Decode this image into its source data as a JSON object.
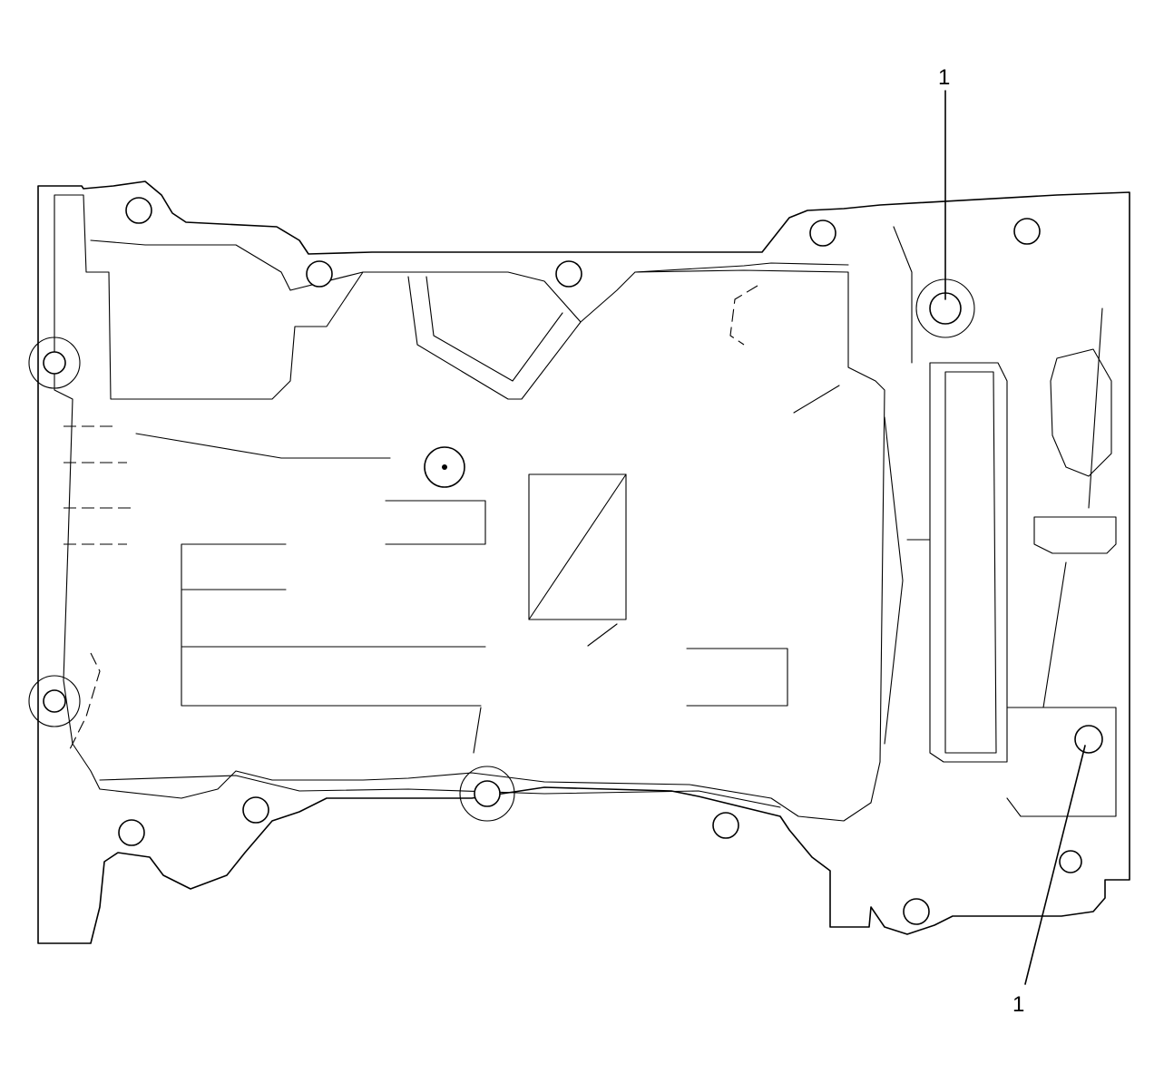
{
  "diagram": {
    "callouts": [
      {
        "id": "callout-1-top",
        "label": "1"
      },
      {
        "id": "callout-1-bottom",
        "label": "1"
      }
    ],
    "colors": {
      "line": "#000000",
      "background": "#ffffff"
    }
  }
}
